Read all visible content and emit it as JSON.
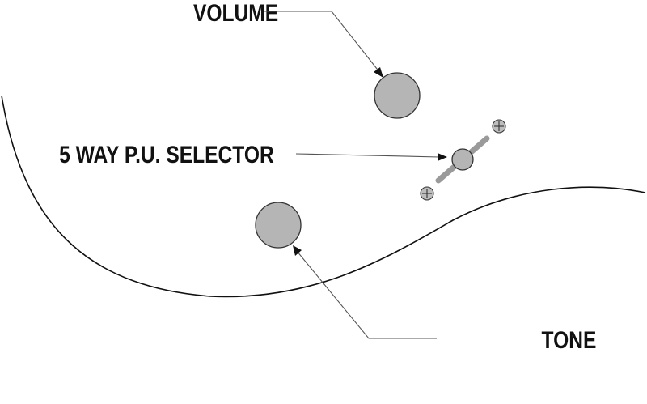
{
  "labels": {
    "volume": "VOLUME",
    "selector": "5 WAY P.U. SELECTOR",
    "tone": "TONE"
  },
  "colors": {
    "control_fill": "#b5b5b5",
    "outline": "#111111",
    "text": "#111111"
  }
}
